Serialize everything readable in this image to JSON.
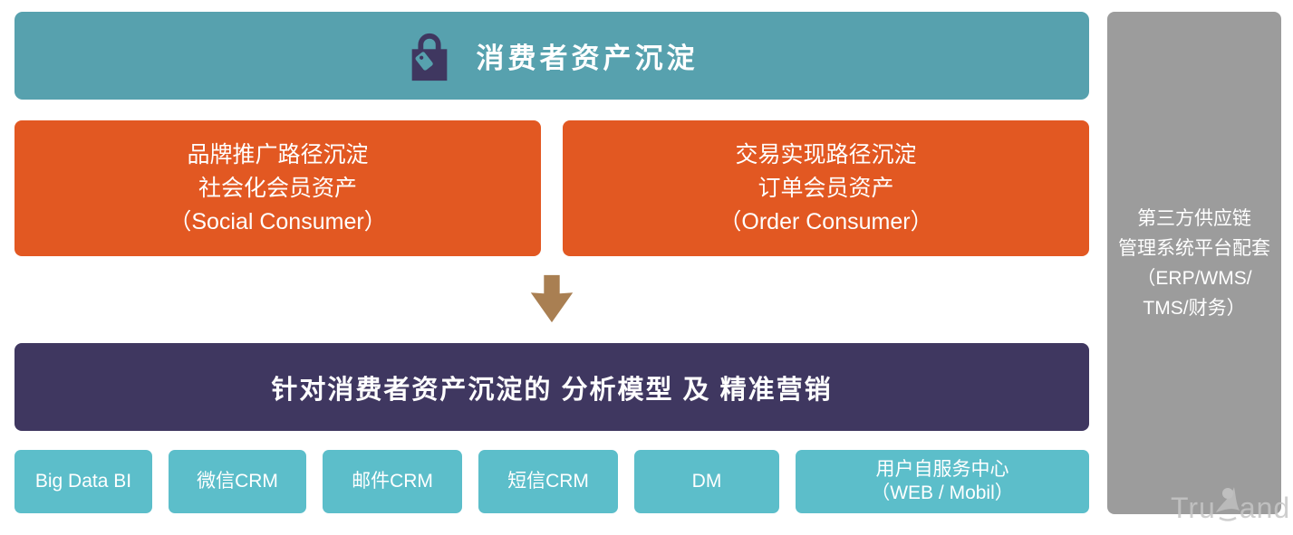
{
  "header": {
    "title": "消费者资产沉淀",
    "icon": "shopping-bag-icon"
  },
  "top_boxes": [
    {
      "lines": [
        "品牌推广路径沉淀",
        "社会化会员资产",
        "（Social Consumer）"
      ]
    },
    {
      "lines": [
        "交易实现路径沉淀",
        "订单会员资产",
        "（Order Consumer）"
      ]
    }
  ],
  "arrow": {
    "direction": "down",
    "color": "#A97F52"
  },
  "analysis_box": {
    "title": "针对消费者资产沉淀的 分析模型 及 精准营销"
  },
  "channel_boxes": [
    {
      "label": "Big Data BI"
    },
    {
      "label": "微信CRM"
    },
    {
      "label": "邮件CRM"
    },
    {
      "label": "短信CRM"
    },
    {
      "label": "DM"
    },
    {
      "label": "用户自服务中心",
      "label2": "（WEB / Mobil）"
    }
  ],
  "side_panel": {
    "lines": [
      "第三方供应链",
      "管理系统平台配套",
      "（ERP/WMS/",
      "TMS/财务）"
    ]
  },
  "watermark": {
    "left": "Tru",
    "right": "and"
  },
  "colors": {
    "banner_teal": "#57A1AE",
    "orange": "#E25822",
    "purple": "#3F3760",
    "channel_teal": "#5CBECA",
    "side_gray": "#9C9C9C",
    "arrow_brown": "#A97F52",
    "text": "#FFFFFF"
  }
}
